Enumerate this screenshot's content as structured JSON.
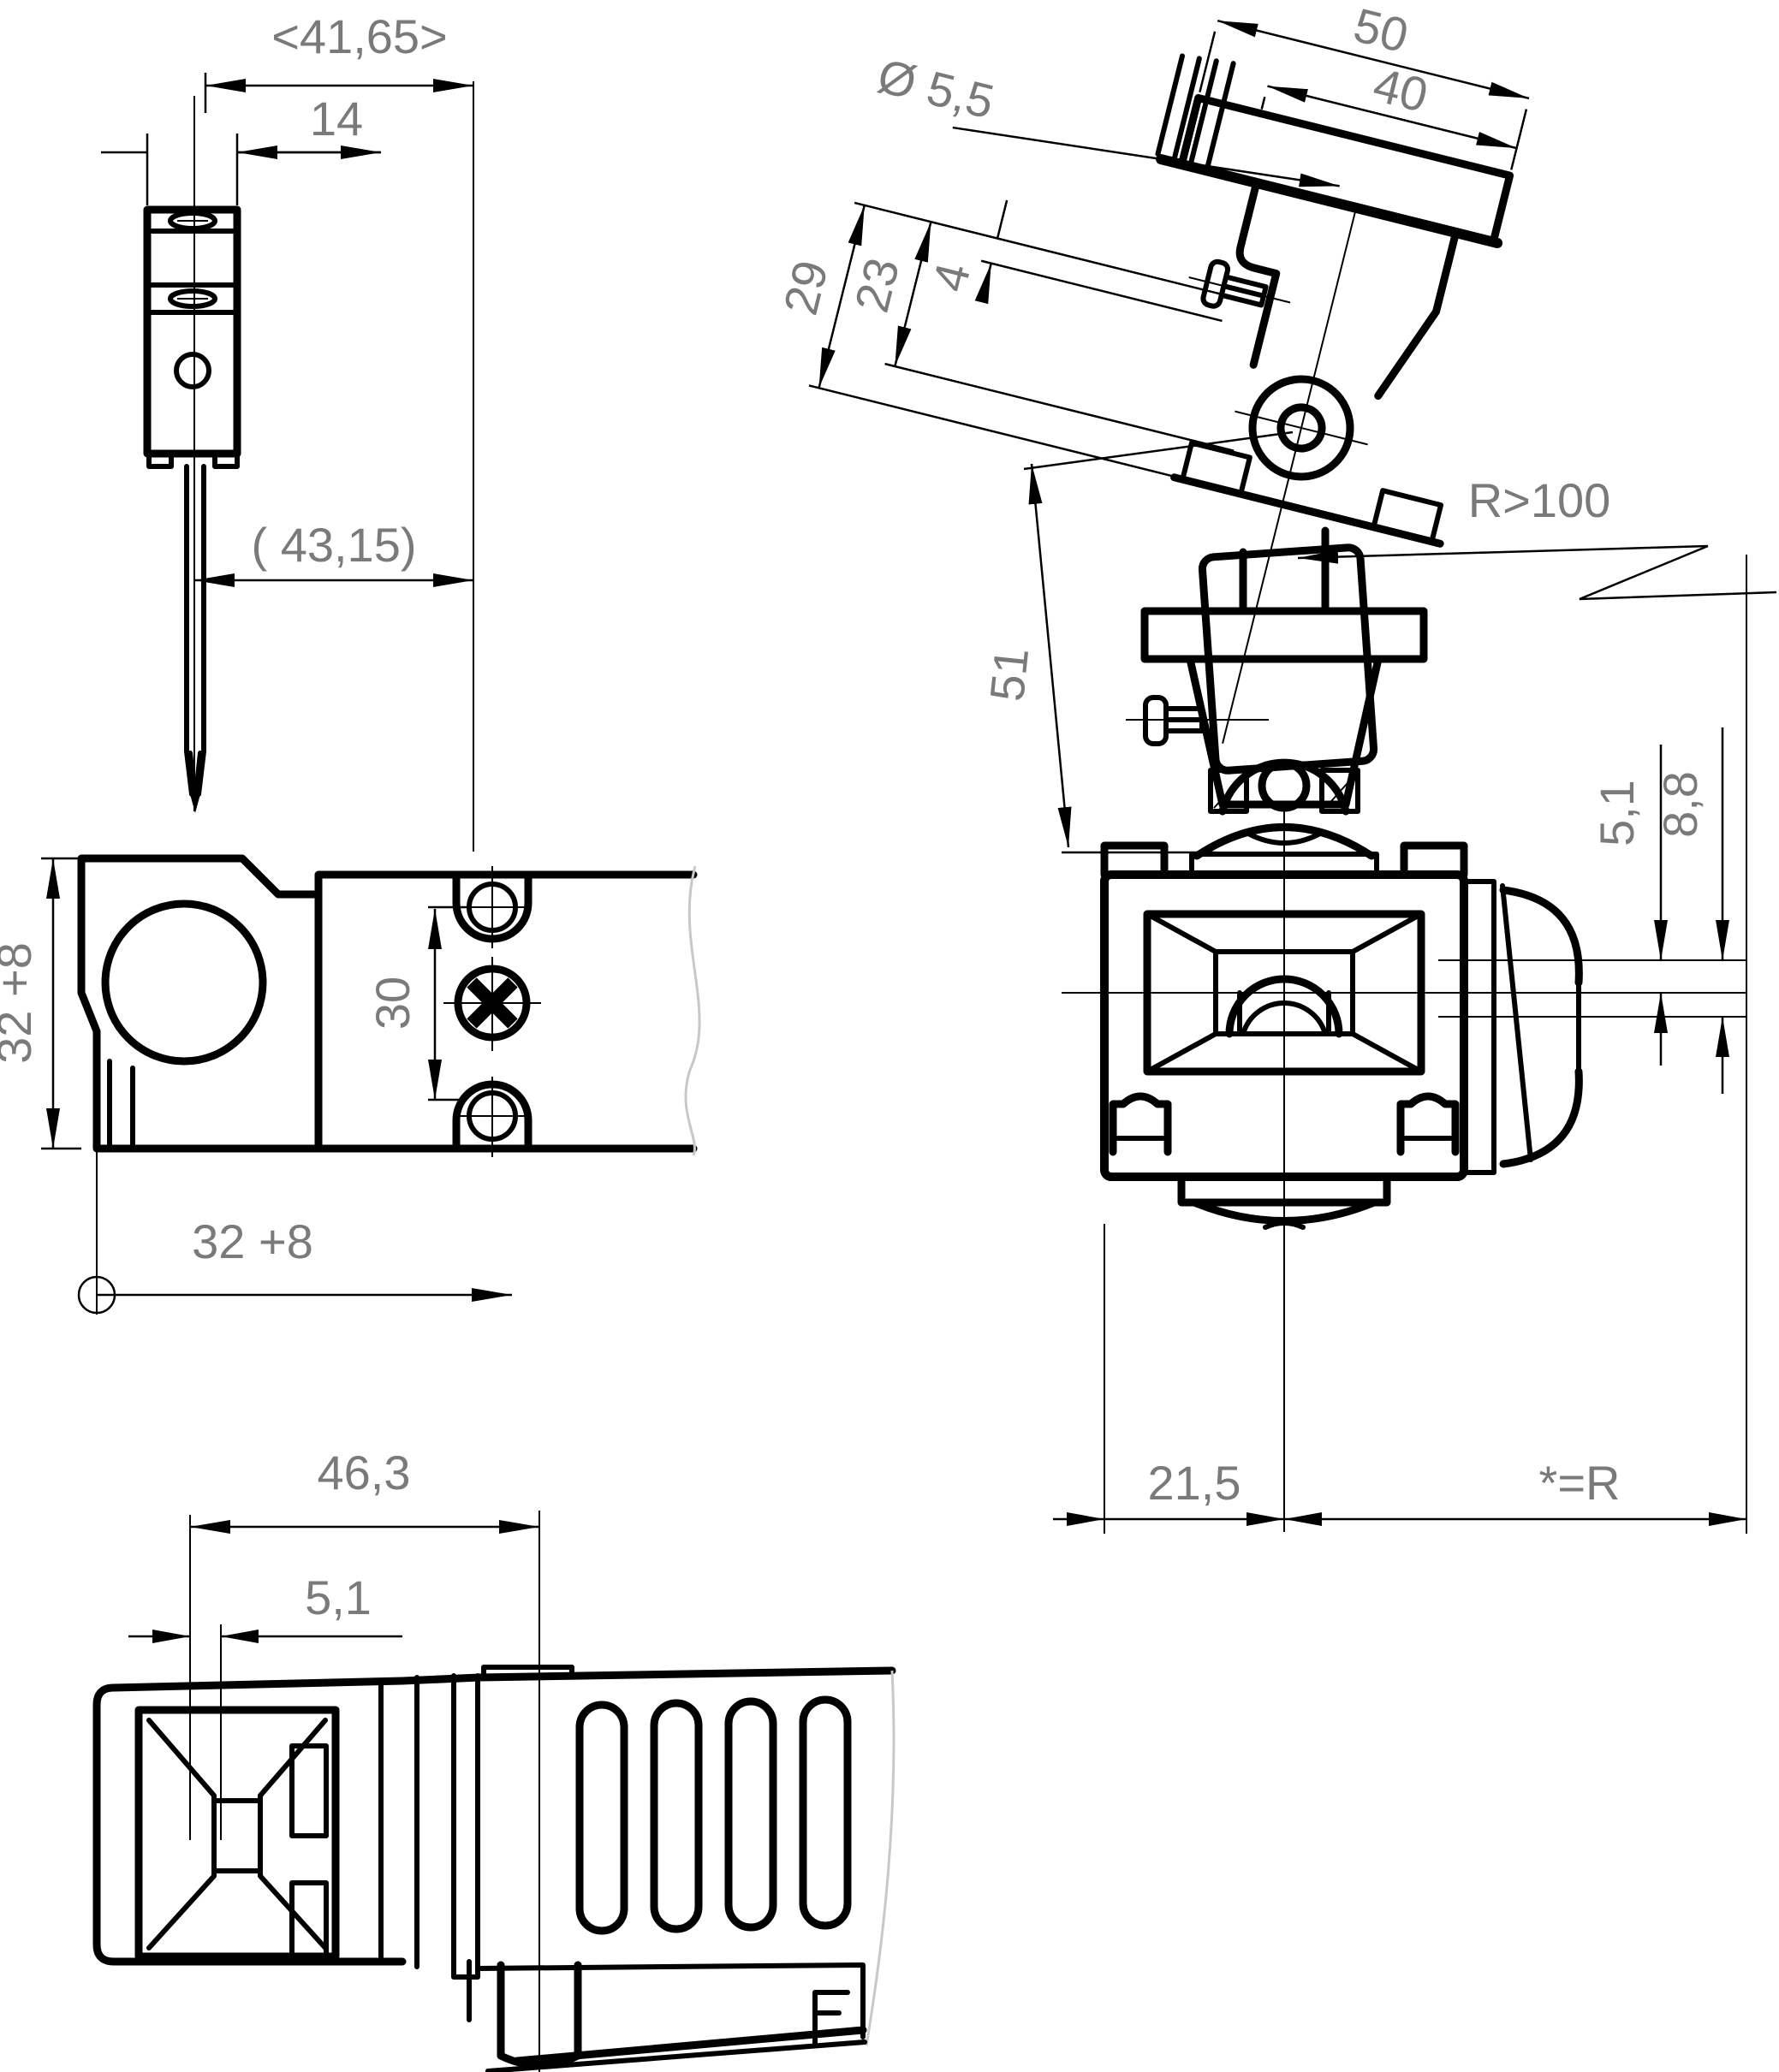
{
  "drawing": {
    "type": "technical-dimension-drawing",
    "subject": "limit-switch with roller lever head, mounting clamp and side view",
    "line_color": "#000000",
    "dim_text_color": "#7a7a7a",
    "break_line_color": "#c8c8c8",
    "views": [
      "lever-detail",
      "tilted-head-assembly",
      "clamp-plate-view",
      "switch-front-view",
      "switch-side-view"
    ]
  },
  "dims": {
    "lever": {
      "total": "<41,65>",
      "width": "14",
      "length": "( 43,15)"
    },
    "head": {
      "plate_width": "50",
      "hole_span": "40",
      "hole_dia": "Ø 5,5",
      "h29": "29",
      "h23": "23",
      "h4": "4",
      "axis_len": "51",
      "cam_radius": "R>100"
    },
    "front": {
      "off1": "5,1",
      "off2": "8,8",
      "center_off": "21,5",
      "cam_note": "*=R"
    },
    "clamp": {
      "height": "32 +8",
      "hole_pitch": "30",
      "reach": "32 +8"
    },
    "side": {
      "total": "46,3",
      "slot": "5,1"
    }
  }
}
